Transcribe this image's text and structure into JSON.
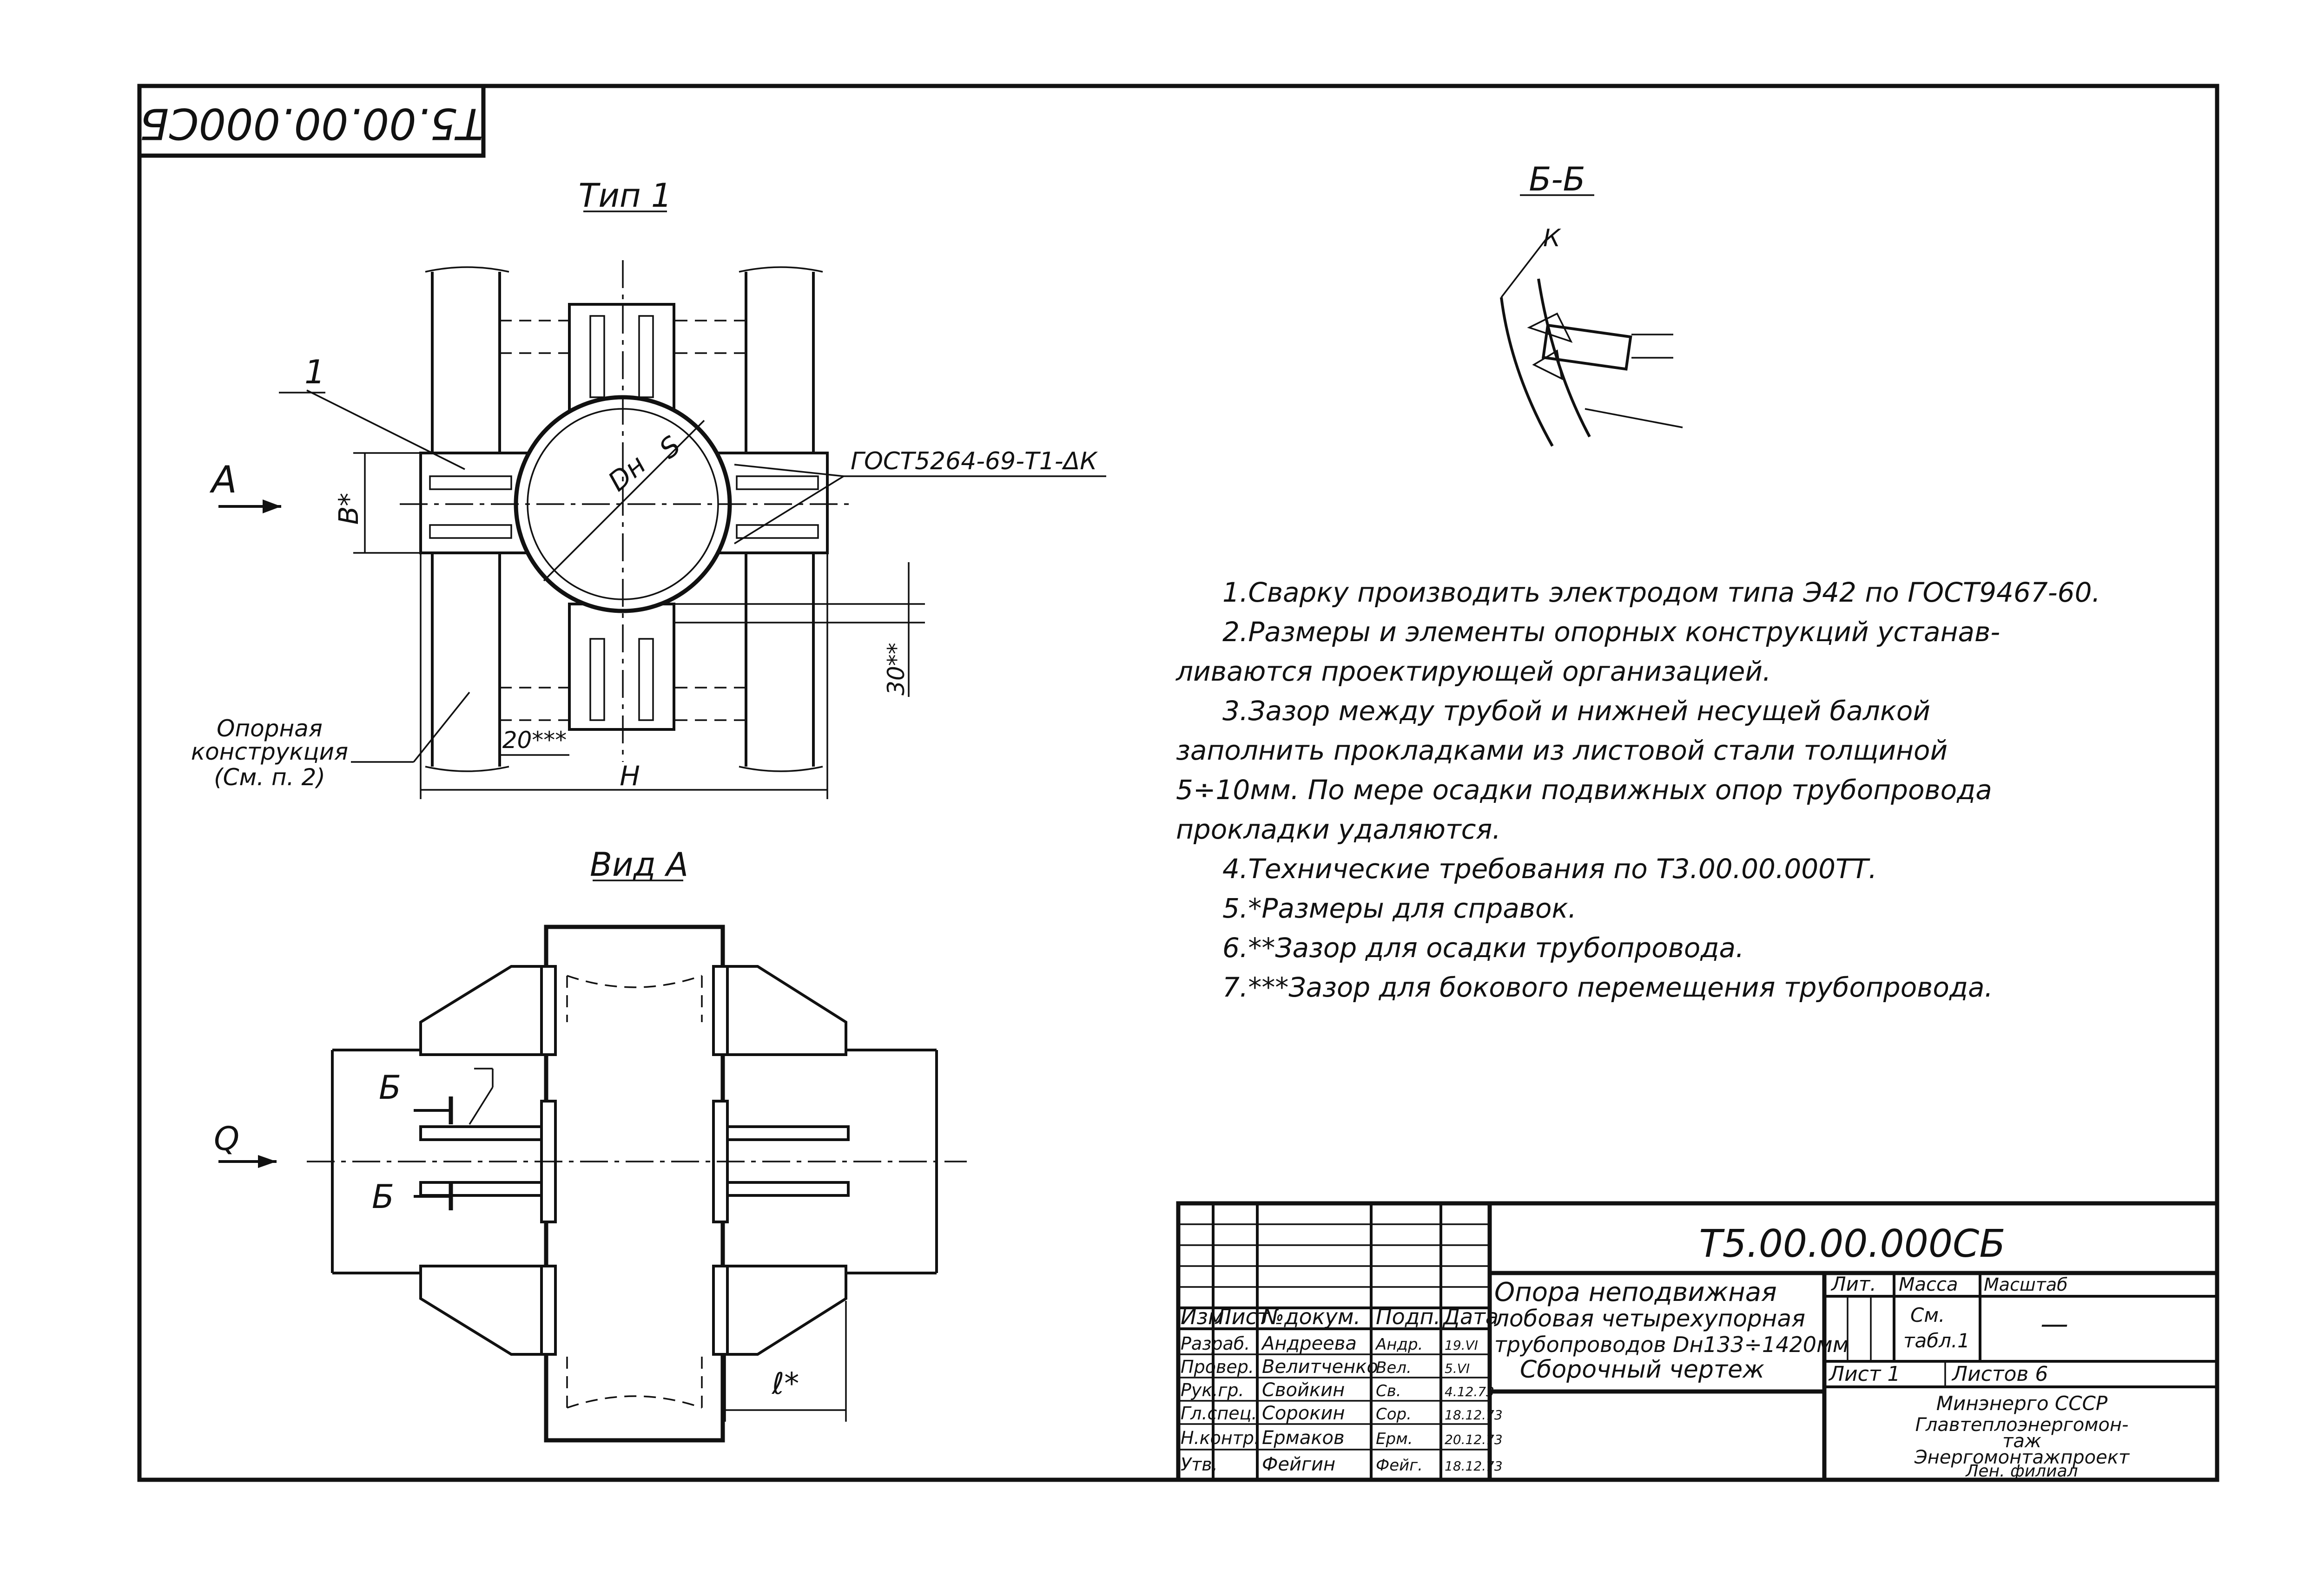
{
  "stamp": {
    "code": "Т5.00.00.000СБ"
  },
  "views": {
    "type1_title": "Тип 1",
    "section_title": "Б-Б",
    "view_a_title": "Вид А"
  },
  "labels": {
    "leader_1": "1",
    "arrow_a": "А",
    "dim_b": "В*",
    "dim_dn": "Dн",
    "dim_s": "S",
    "weld": "ГОСТ5264-69-Т1-ΔК",
    "dim_30": "30**",
    "dim_20": "20***",
    "dim_h": "Н",
    "support_1": "Опорная",
    "support_2": "конструкция",
    "support_3": "(См. п. 2)",
    "weld_k": "К",
    "arrow_q": "Q",
    "cut_b": "Б",
    "dim_l": "ℓ*"
  },
  "notes": [
    "1.Сварку производить электродом типа Э42 по ГОСТ9467-60.",
    "2.Размеры и элементы опорных конструкций устанав-",
    "ливаются проектирующей организацией.",
    "3.Зазор между трубой и нижней несущей балкой",
    "заполнить прокладками из листовой стали толщиной",
    "5÷10мм. По мере осадки подвижных опор трубопровода",
    "прокладки удаляются.",
    "4.Технические требования по Т3.00.00.000ТТ.",
    "5.*Размеры для справок.",
    "6.**Зазор для осадки трубопровода.",
    "7.***Зазор для бокового перемещения трубопровода."
  ],
  "title_block": {
    "doc_code": "Т5.00.00.000СБ",
    "name_1": "Опора неподвижная",
    "name_2": "лобовая четырехупорная",
    "name_3": "трубопроводов Dн133÷1420мм",
    "name_4": "Сборочный чертеж",
    "hdr_lit": "Лит.",
    "hdr_mass": "Масса",
    "hdr_scale": "Масштаб",
    "mass_1": "См.",
    "mass_2": "табл.1",
    "scale_val": "—",
    "sheet": "Лист 1",
    "sheets": "Листов 6",
    "org_1": "Минэнерго СССР",
    "org_2": "Главтеплоэнергомон-",
    "org_3": "таж",
    "org_4": "Энергомонтажпроект",
    "org_5": "Лен. филиал",
    "col_izm": "Изм.",
    "col_list": "Лист",
    "col_doc": "№докум.",
    "col_sign": "Подп.",
    "col_date": "Дата",
    "roles": [
      {
        "role": "Разраб.",
        "name": "Андреева",
        "sign": "Андр.",
        "date": "19.VI"
      },
      {
        "role": "Провер.",
        "name": "Велитченко",
        "sign": "Вел.",
        "date": "5.VI"
      },
      {
        "role": "Рук.гр.",
        "name": "Свойкин",
        "sign": "Св.",
        "date": "4.12.73"
      },
      {
        "role": "Гл.спец.",
        "name": "Сорокин",
        "sign": "Сор.",
        "date": "18.12.73"
      },
      {
        "role": "Н.контр.",
        "name": "Ермаков",
        "sign": "Ерм.",
        "date": "20.12.73"
      },
      {
        "role": "Утв.",
        "name": "Фейгин",
        "sign": "Фейг.",
        "date": "18.12.73"
      }
    ]
  }
}
